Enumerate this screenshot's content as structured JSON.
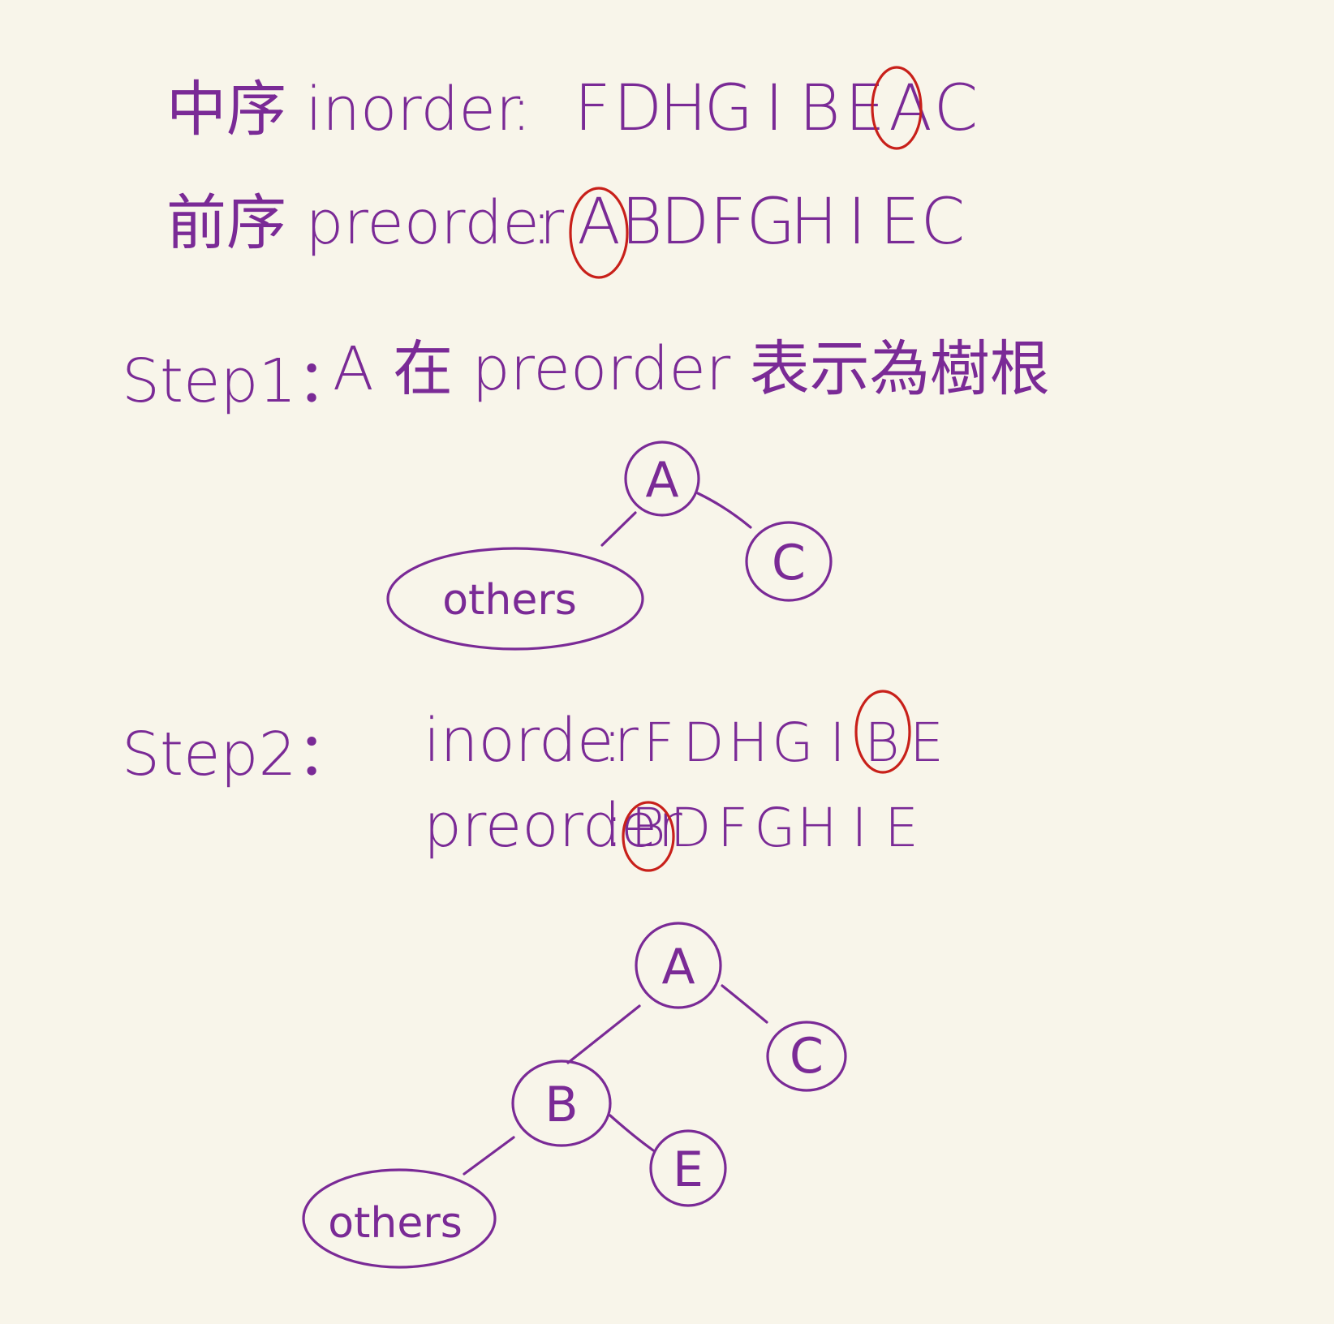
{
  "colors": {
    "ink": "#7a2a96",
    "highlight": "#c8201a",
    "paper": "#f8f5ea"
  },
  "header": {
    "inorder_label": "中序 inorder",
    "inorder_seq": [
      "F",
      "D",
      "H",
      "G",
      "I",
      "B",
      "E",
      "A",
      "C"
    ],
    "preorder_label": "前序 preorder",
    "preorder_seq": [
      "A",
      "B",
      "D",
      "F",
      "G",
      "H",
      "I",
      "E",
      "C"
    ]
  },
  "step1": {
    "label": "Step1：",
    "text": "A 在 preorder 表示為樹根",
    "tree": {
      "root": "A",
      "right": "C",
      "left_group": "others"
    }
  },
  "step2": {
    "label": "Step2：",
    "inorder_label": "inorder",
    "inorder_seq": [
      "F",
      "D",
      "H",
      "G",
      "I",
      "B",
      "E"
    ],
    "preorder_label": "preorder",
    "preorder_seq": [
      "B",
      "D",
      "F",
      "G",
      "H",
      "I",
      "E"
    ],
    "tree": {
      "root": "A",
      "right": "C",
      "mid": "B",
      "mid_right": "E",
      "left_group": "others"
    }
  }
}
